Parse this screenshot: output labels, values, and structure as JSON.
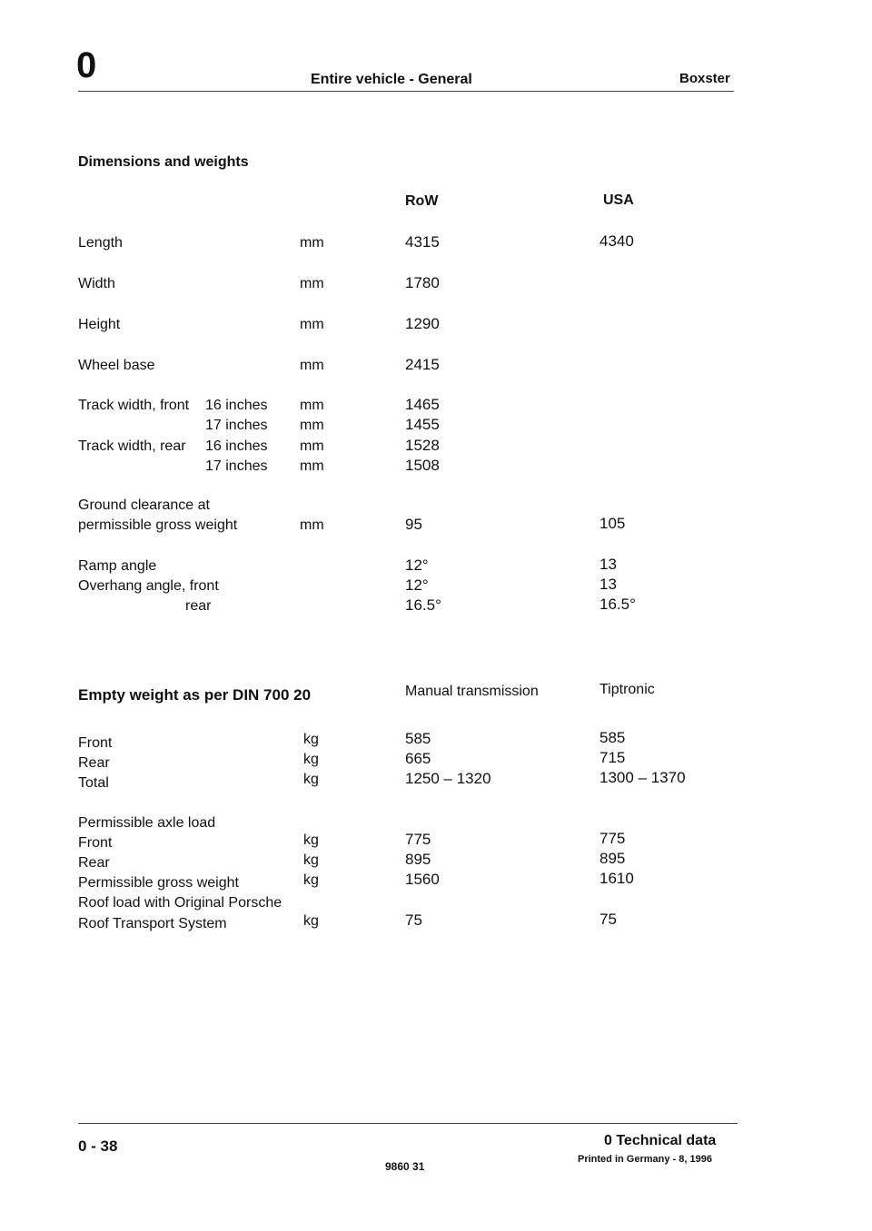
{
  "header": {
    "chapter": "0",
    "title": "Entire vehicle - General",
    "model": "Boxster"
  },
  "dimensions": {
    "title": "Dimensions and weights",
    "col_row": "RoW",
    "col_usa": "USA",
    "rows": [
      {
        "label": "Length",
        "unit": "mm",
        "row": "4315",
        "usa": "4340"
      },
      {
        "label": "Width",
        "unit": "mm",
        "row": "1780",
        "usa": ""
      },
      {
        "label": "Height",
        "unit": "mm",
        "row": "1290",
        "usa": ""
      },
      {
        "label": "Wheel base",
        "unit": "mm",
        "row": "2415",
        "usa": ""
      },
      {
        "label": "Track width, front",
        "sub": "16 inches",
        "unit": "mm",
        "row": "1465",
        "usa": ""
      },
      {
        "label": "",
        "sub": "17 inches",
        "unit": "mm",
        "row": "1455",
        "usa": ""
      },
      {
        "label": "Track width, rear",
        "sub": "16 inches",
        "unit": "mm",
        "row": "1528",
        "usa": ""
      },
      {
        "label": "",
        "sub": "17 inches",
        "unit": "mm",
        "row": "1508",
        "usa": ""
      },
      {
        "label": "Ground clearance at",
        "unit": "",
        "row": "",
        "usa": ""
      },
      {
        "label": "permissible gross weight",
        "unit": "mm",
        "row": "95",
        "usa": "105"
      },
      {
        "label": "Ramp angle",
        "unit": "",
        "row": "12°",
        "usa": "13"
      },
      {
        "label": "Overhang angle, front",
        "unit": "",
        "row": "12°",
        "usa": "13"
      },
      {
        "label": "rear",
        "unit": "",
        "row": "16.5°",
        "usa": "16.5°"
      }
    ]
  },
  "weights": {
    "title": "Empty weight as per DIN 700 20",
    "col_manual": "Manual transmission",
    "col_tiptronic": "Tiptronic",
    "rows": [
      {
        "label": "Front",
        "unit": "kg",
        "manual": "585",
        "tiptronic": "585"
      },
      {
        "label": "Rear",
        "unit": "kg",
        "manual": "665",
        "tiptronic": "715"
      },
      {
        "label": "Total",
        "unit": "kg",
        "manual": "1250 – 1320",
        "tiptronic": "1300 – 1370"
      },
      {
        "label": "Permissible axle load",
        "unit": "",
        "manual": "",
        "tiptronic": ""
      },
      {
        "label": "Front",
        "unit": "kg",
        "manual": "775",
        "tiptronic": "775"
      },
      {
        "label": "Rear",
        "unit": "kg",
        "manual": "895",
        "tiptronic": "895"
      },
      {
        "label": "Permissible gross weight",
        "unit": "kg",
        "manual": "1560",
        "tiptronic": "1610"
      },
      {
        "label": "Roof load with Original Porsche",
        "unit": "",
        "manual": "",
        "tiptronic": ""
      },
      {
        "label": "Roof Transport System",
        "unit": "kg",
        "manual": "75",
        "tiptronic": "75"
      }
    ]
  },
  "footer": {
    "page": "0 - 38",
    "code": "9860 31",
    "section": "0 Technical data",
    "printed": "Printed in Germany - 8, 1996"
  }
}
